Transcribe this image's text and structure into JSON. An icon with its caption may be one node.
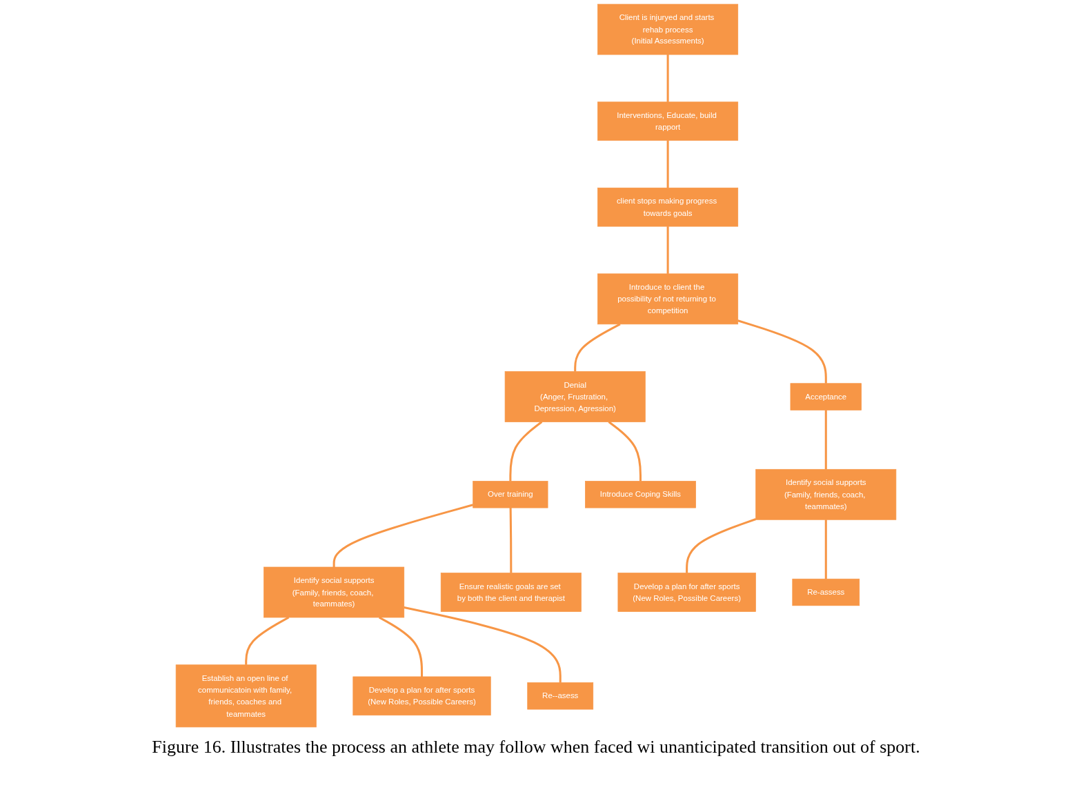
{
  "diagram": {
    "caption": "Figure 16. Illustrates the process an athlete may follow when faced wi unanticipated transition out of sport.",
    "nodes": [
      {
        "text": [
          "Client is injuryed and starts rehab process",
          "(Initial Assessments)"
        ]
      },
      {
        "text": [
          "Interventions, Educate, build rapport"
        ]
      },
      {
        "text": [
          "client stops making progress towards goals"
        ]
      },
      {
        "text": [
          "Introduce to client the possibility of not returning to competition"
        ]
      },
      {
        "text": [
          "Denial",
          "(Anger, Frustration, Depression, Agression)"
        ]
      },
      {
        "text": [
          "Acceptance"
        ]
      },
      {
        "text": [
          "Over training"
        ]
      },
      {
        "text": [
          "Introduce Coping Skills"
        ]
      },
      {
        "text": [
          "Identify social supports",
          "(Family, friends, coach, teammates)"
        ]
      },
      {
        "text": [
          "Ensure realistic goals are set by both the client and therapist"
        ]
      },
      {
        "text": [
          "Establish an open line of communicatoin with family, friends, coaches and teammates"
        ]
      },
      {
        "text": [
          "Develop a plan for after sports",
          "(New Roles, Possible Careers)"
        ]
      },
      {
        "text": [
          "Re--asess"
        ]
      },
      {
        "text": [
          "Identify social supports",
          "(Family, friends, coach, teammates)"
        ]
      },
      {
        "text": [
          "Develop a plan for after sports",
          "(New Roles, Possible Careers)"
        ]
      },
      {
        "text": [
          "Re-assess"
        ]
      }
    ],
    "edges": [
      {
        "from": 0,
        "to": 1,
        "arrow": "none"
      },
      {
        "from": 1,
        "to": 2,
        "arrow": "none"
      },
      {
        "from": 2,
        "to": 3,
        "arrow": "none"
      },
      {
        "from": 3,
        "to": 4,
        "arrow": "none"
      },
      {
        "from": 3,
        "to": 5,
        "arrow": "none"
      },
      {
        "from": 4,
        "to": 6,
        "arrow": "none"
      },
      {
        "from": 4,
        "to": 7,
        "arrow": "none"
      },
      {
        "from": 6,
        "to": 8,
        "arrow": "none"
      },
      {
        "from": 6,
        "to": 9,
        "arrow": "none"
      },
      {
        "from": 8,
        "to": 10,
        "arrow": "none"
      },
      {
        "from": 8,
        "to": 11,
        "arrow": "none"
      },
      {
        "from": 8,
        "to": 12,
        "arrow": "none"
      },
      {
        "from": 5,
        "to": 13,
        "arrow": "none"
      },
      {
        "from": 13,
        "to": 14,
        "arrow": "none"
      },
      {
        "from": 13,
        "to": 15,
        "arrow": "none"
      }
    ]
  }
}
